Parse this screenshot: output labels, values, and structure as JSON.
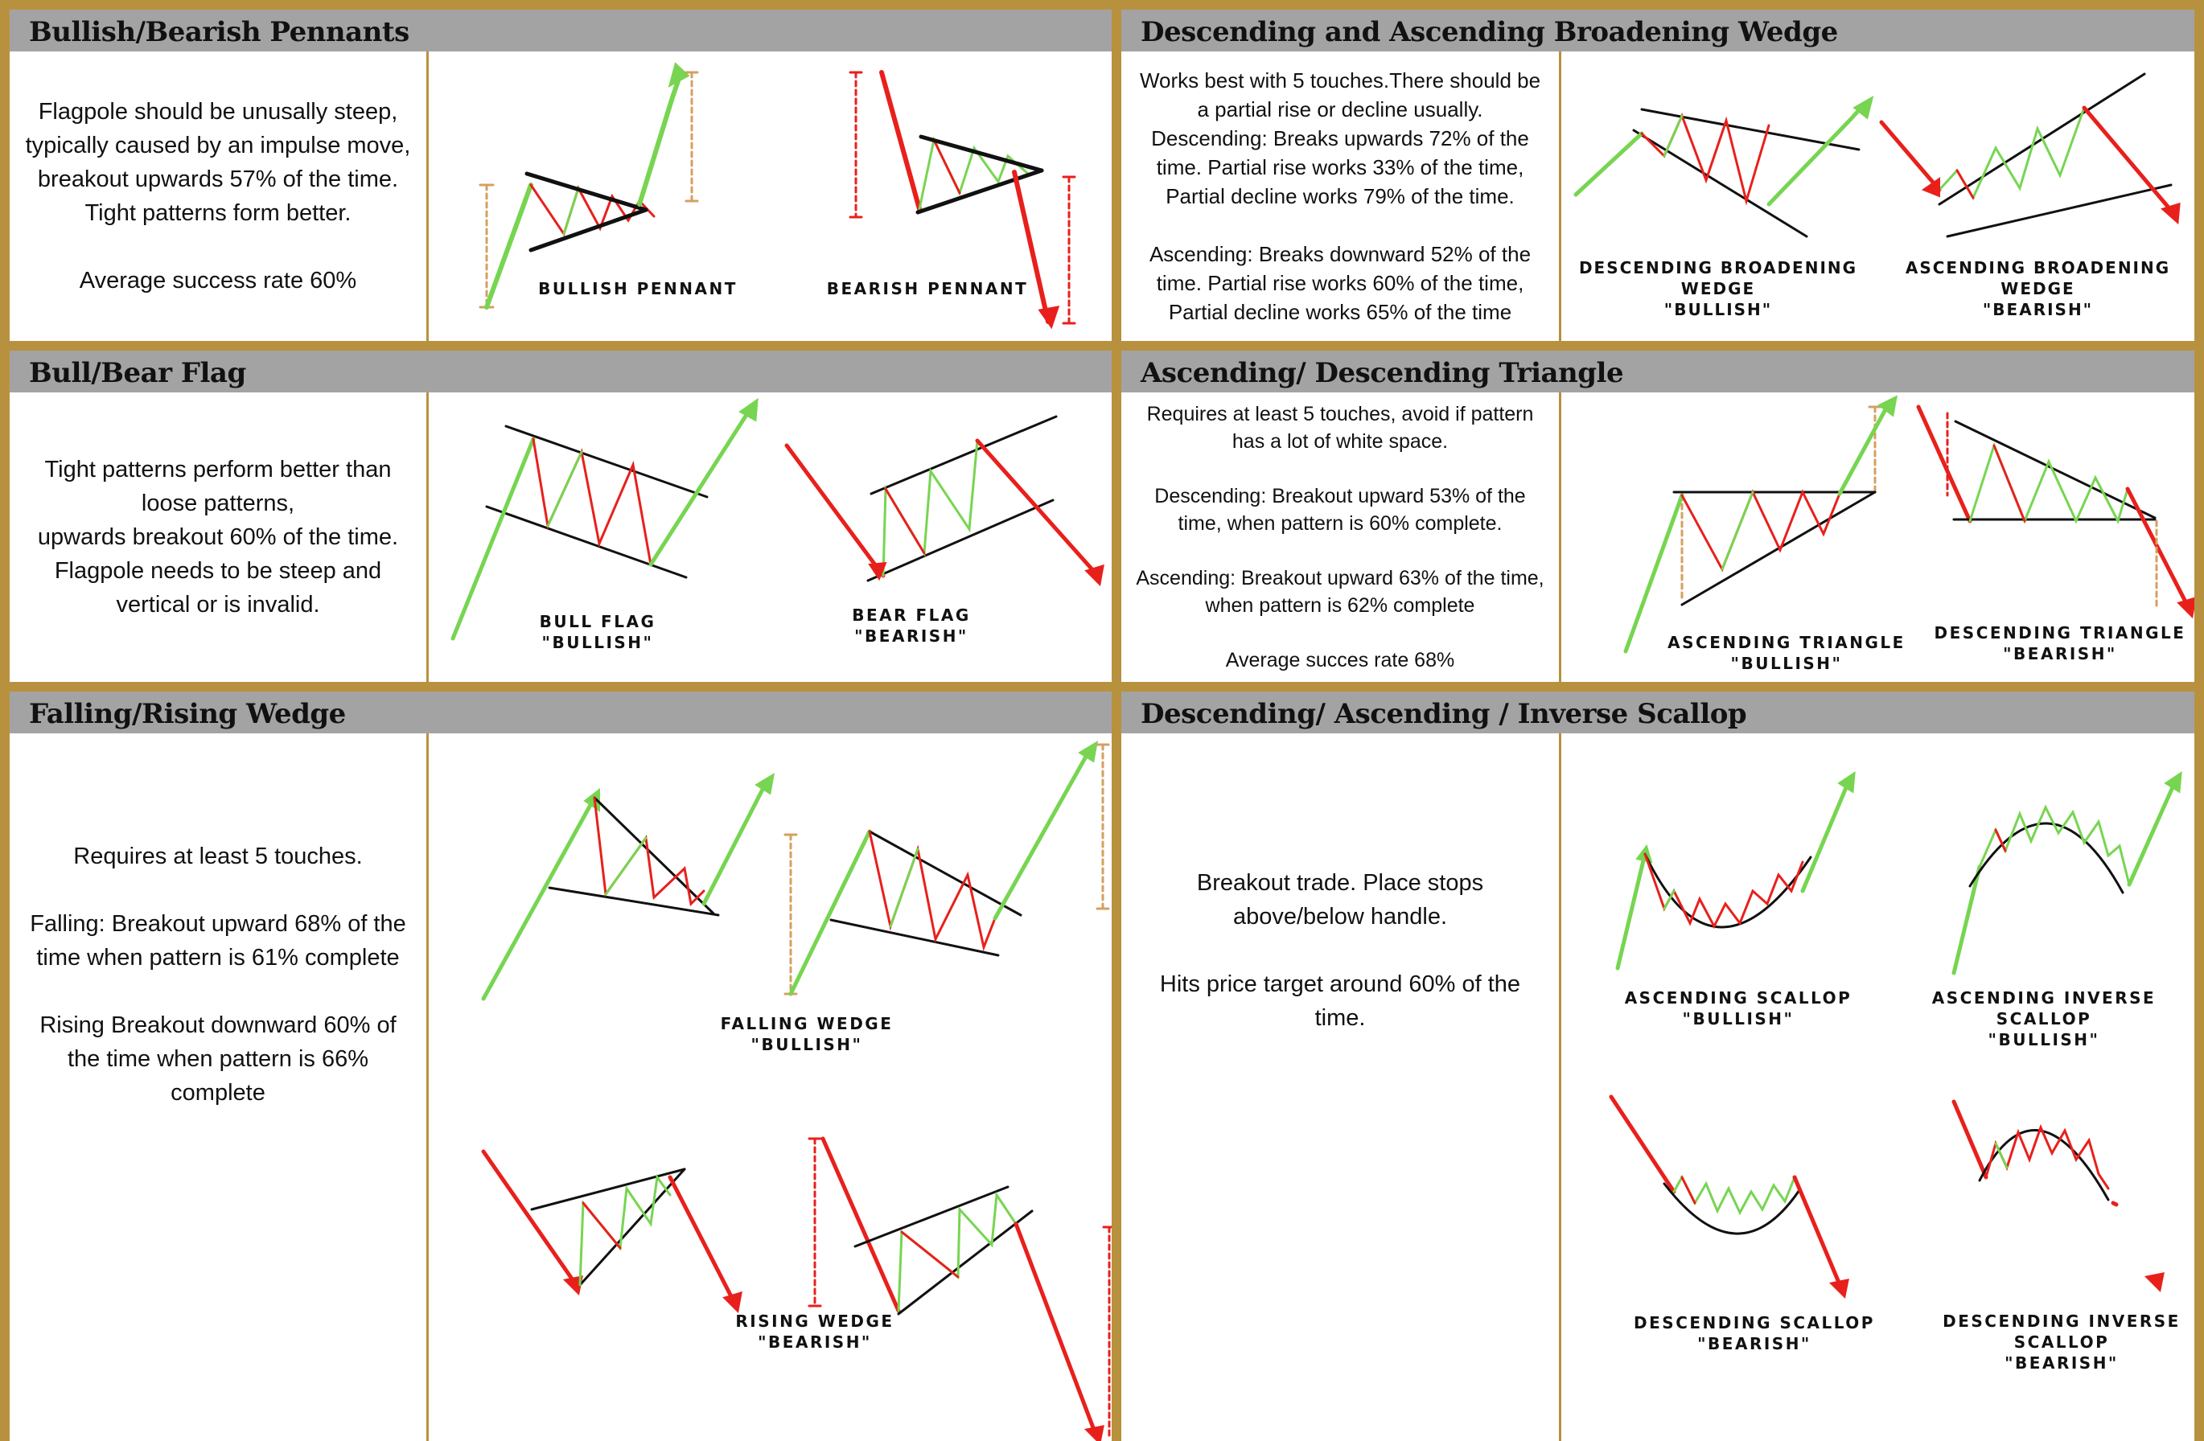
{
  "colors": {
    "frame": "#b8913f",
    "header": "#a3a3a3",
    "bullish": "#77d551",
    "bearish": "#e8201c",
    "line": "#111111",
    "target": "#d4a060"
  },
  "panels": {
    "pennants": {
      "title": "Bullish/Bearish Pennants",
      "text": "Flagpole should be unusally steep, typically caused by an impulse move, breakout upwards 57% of the time.\nTight patterns form better.\n\nAverage success rate 60%",
      "labels": [
        "BULLISH PENNANT",
        "BEARISH PENNANT"
      ]
    },
    "broadening": {
      "title": "Descending and Ascending Broadening Wedge",
      "text": "Works best with 5 touches.There should be a partial rise or decline usually.\nDescending: Breaks upwards 72% of the time. Partial rise works 33% of the time, Partial decline works 79% of the time.\n\nAscending: Breaks downward 52% of the time. Partial rise works 60% of the time, Partial decline works 65% of the time",
      "labels": [
        "DESCENDING BROADENING WEDGE\n\"BULLISH\"",
        "ASCENDING BROADENING WEDGE\n\"BEARISH\""
      ]
    },
    "flags": {
      "title": "Bull/Bear Flag",
      "text": "Tight patterns perform better than loose patterns,\nupwards breakout 60% of the time. Flagpole needs to be steep and vertical or is invalid.",
      "labels": [
        "BULL FLAG\n\"BULLISH\"",
        "BEAR FLAG\n\"BEARISH\""
      ]
    },
    "triangles": {
      "title": "Ascending/ Descending Triangle",
      "text": "Requires at least 5 touches, avoid if pattern has a lot of white space.\n\nDescending: Breakout upward 53% of the time, when pattern is 60% complete.\n\nAscending: Breakout upward 63% of the time, when pattern is 62% complete\n\nAverage succes rate 68%",
      "labels": [
        "ASCENDING TRIANGLE\n\"BULLISH\"",
        "DESCENDING TRIANGLE\n\"BEARISH\""
      ]
    },
    "wedges": {
      "title": "Falling/Rising Wedge",
      "text": "Requires at least 5 touches.\n\nFalling: Breakout upward 68% of the time when pattern is 61% complete\n\nRising Breakout downward 60% of the time when pattern is 66% complete",
      "labels": [
        "FALLING WEDGE\n\"BULLISH\"",
        "RISING WEDGE\n\"BEARISH\""
      ]
    },
    "scallops": {
      "title": "Descending/ Ascending / Inverse Scallop",
      "text": "Breakout trade. Place stops above/below handle.\n\nHits price target around 60% of the time.",
      "labels": [
        "ASCENDING SCALLOP\n\"BULLISH\"",
        "ASCENDING INVERSE\nSCALLOP\n\"BULLISH\"",
        "DESCENDING SCALLOP\n\"BEARISH\"",
        "DESCENDING INVERSE\nSCALLOP\n\"BEARISH\""
      ]
    }
  }
}
